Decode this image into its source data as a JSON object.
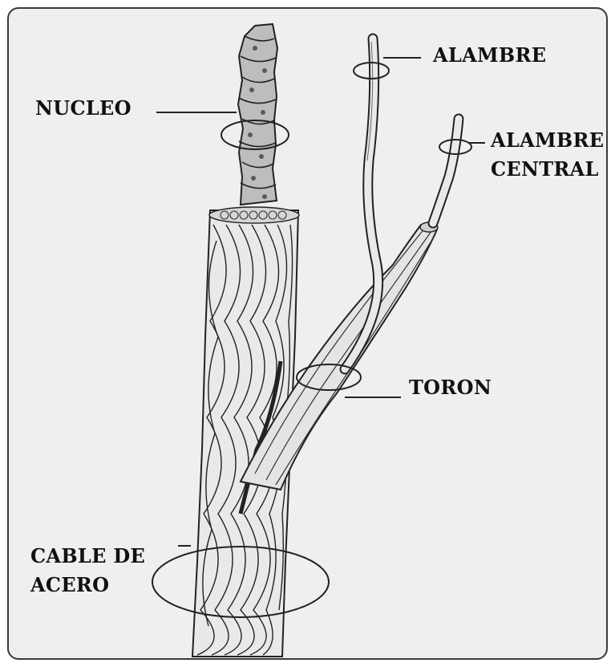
{
  "diagram": {
    "labels": {
      "nucleo": "NUCLEO",
      "alambre": "ALAMBRE",
      "alambre_central_line1": "ALAMBRE",
      "alambre_central_line2": "CENTRAL",
      "toron": "TORON",
      "cable_de_acero_line1": "CABLE DE",
      "cable_de_acero_line2": "ACERO"
    },
    "colors": {
      "background": "#efefef",
      "ink": "#111111",
      "frame": "#3a3a3a"
    }
  }
}
